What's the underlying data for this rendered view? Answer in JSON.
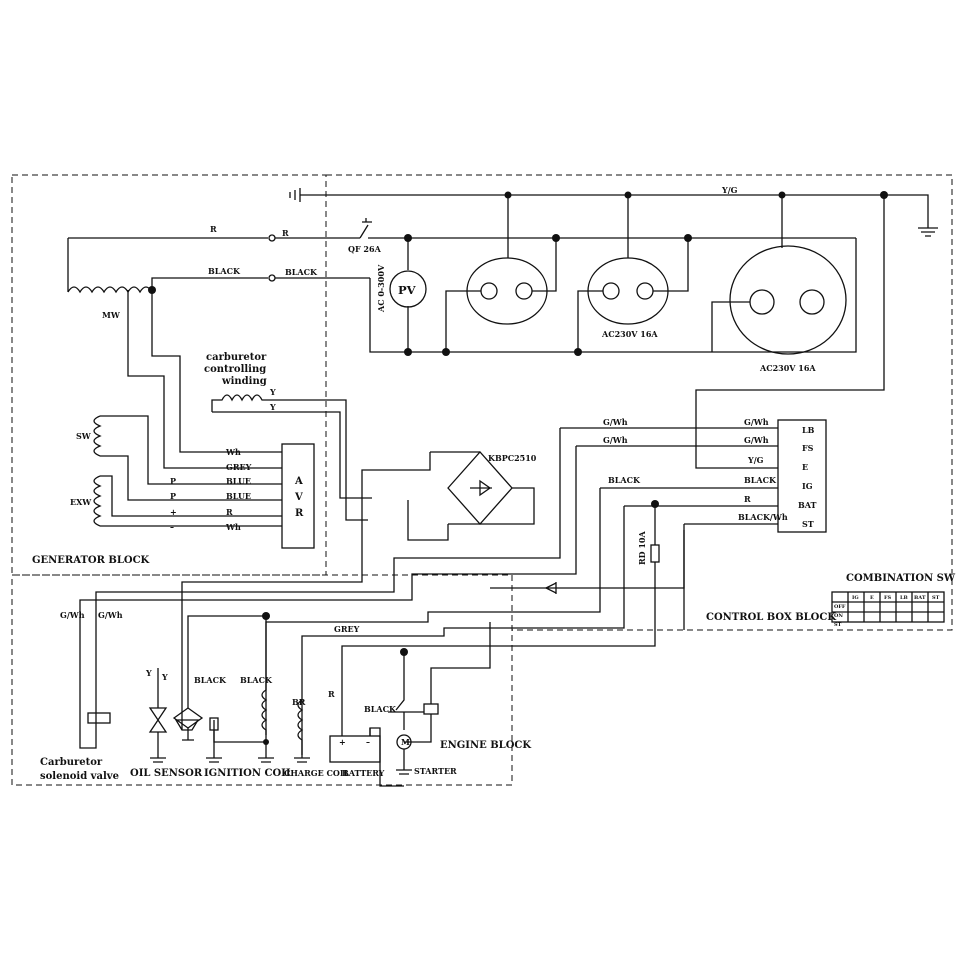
{
  "labels": {
    "wire_r_top": "R",
    "wire_r_top2": "R",
    "wire_black_left": "BLACK",
    "wire_black_right": "BLACK",
    "mw": "MW",
    "qf": "QF 26A",
    "pv": "PV",
    "ac_range": "AC 0-300V",
    "yg_top": "Y/G",
    "outlet2": "AC230V 16A",
    "outlet3": "AC230V 16A",
    "carb_wind_1": "carburetor",
    "carb_wind_2": "controlling",
    "carb_wind_3": "winding",
    "y1": "Y",
    "y2": "Y",
    "sw": "SW",
    "exw": "EXW",
    "wh1": "Wh",
    "grey": "GREY",
    "p1": "P",
    "blue1": "BLUE",
    "p2": "P",
    "blue2": "BLUE",
    "plus": "+",
    "r_avr": "R",
    "minus": "–",
    "wh2": "Wh",
    "avr_a": "A",
    "avr_v": "V",
    "avr_r": "R",
    "kbpc": "KBPC2510",
    "gwh_a": "G/Wh",
    "gwh_b": "G/Wh",
    "gwh_c": "G/Wh",
    "gwh_d": "G/Wh",
    "yg_cb": "Y/G",
    "black_cb": "BLACK",
    "black_cb2": "BLACK",
    "r_cb": "R",
    "blackwh": "BLACK/Wh",
    "t_lb": "LB",
    "t_fs": "FS",
    "t_e": "E",
    "t_ig": "IG",
    "t_bat": "BAT",
    "t_st": "ST",
    "fuse": "RD 10A",
    "generator_block": "GENERATOR BLOCK",
    "combination_sw": "COMBINATION SW",
    "control_box_block": "CONTROL BOX BLOCK",
    "gwh_left1": "G/Wh",
    "gwh_left2": "G/Wh",
    "grey_eng": "GREY",
    "y_eng1": "Y",
    "y_eng2": "Y",
    "black_eng1": "BLACK",
    "black_eng2": "BLACK",
    "r_eng": "R",
    "br": "BR",
    "black_starter": "BLACK",
    "engine_block": "ENGINE BLOCK",
    "carb_sol_1": "Carburetor",
    "carb_sol_2": "solenoid valve",
    "oil_sensor": "OIL SENSOR",
    "ignition_coil": "IGNITION COIL",
    "charge_coil": "CHARGE COIL",
    "battery": "BATTERY",
    "starter": "STARTER",
    "m": "M",
    "bat_plus": "+",
    "bat_minus": "–"
  },
  "switch_table": {
    "headers": [
      "",
      "IG",
      "E",
      "FS",
      "LB",
      "BAT",
      "ST"
    ],
    "rows": [
      "OFF",
      "ON",
      "ST"
    ]
  }
}
